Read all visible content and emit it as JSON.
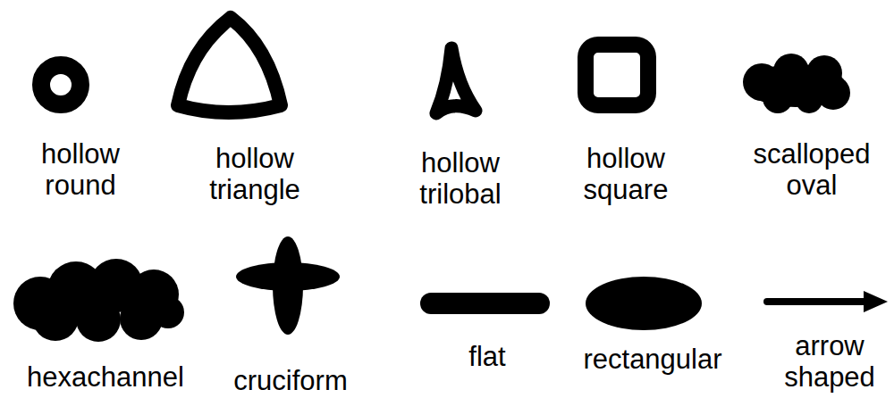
{
  "diagram": {
    "labels": [
      "hollow round",
      "hollow triangle",
      "hollow trilobal",
      "hollow square",
      "scalloped oval",
      "hexachannel",
      "cruciform",
      "flat",
      "rectangular",
      "arrow shaped"
    ]
  }
}
